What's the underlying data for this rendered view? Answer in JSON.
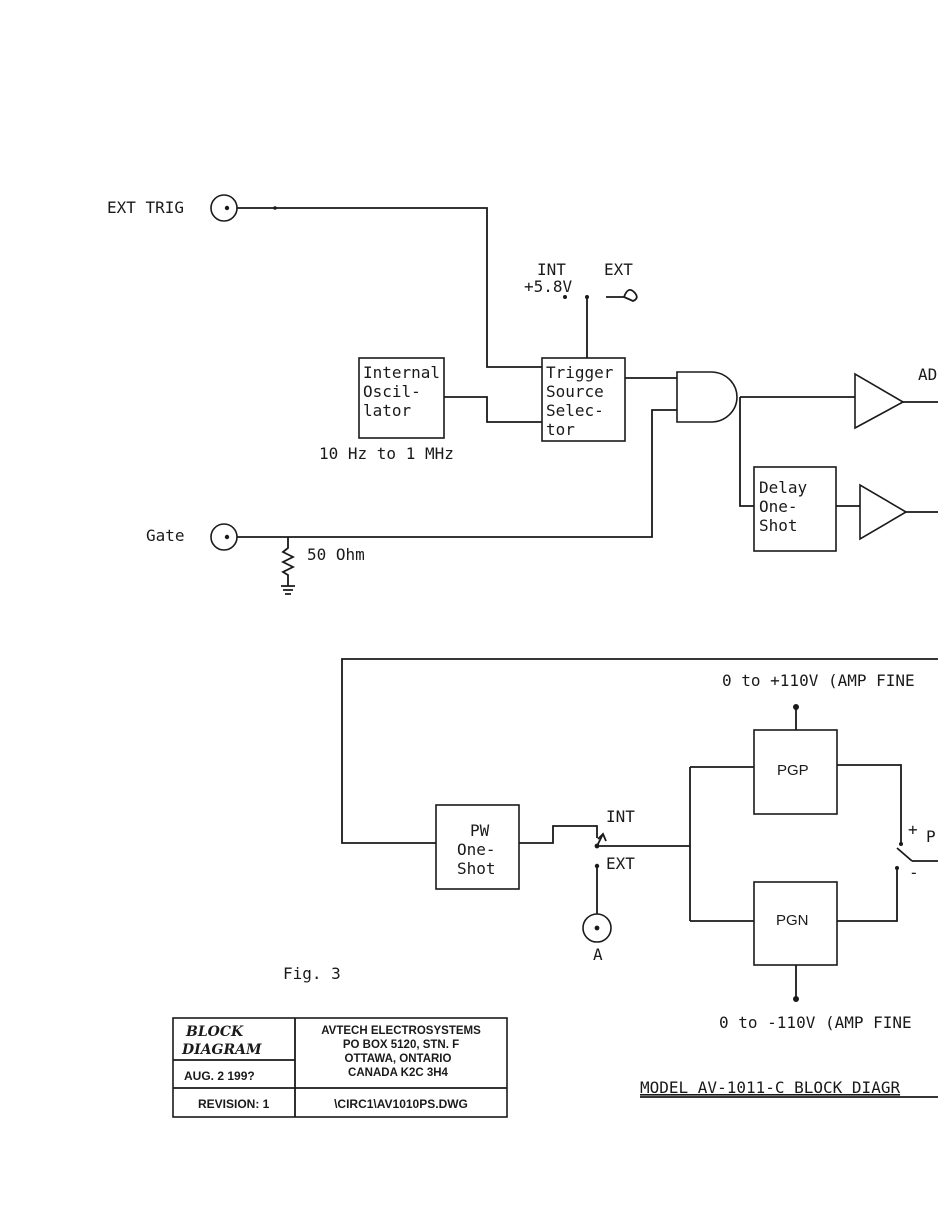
{
  "labels": {
    "ext_trig": "EXT TRIG",
    "gate": "Gate",
    "int_sel": "INT",
    "ext_sel": "EXT",
    "int_voltage": "+5.8V",
    "osc_freq": "10 Hz to 1 MHz",
    "ohm": "50 Ohm",
    "ad_cut": "AD",
    "amp_pos": "0 to +110V (AMP FINE",
    "amp_neg": "0 to -110V (AMP FINE",
    "int_pw": "INT",
    "ext_pw": "EXT",
    "plus": "+",
    "minus": "-",
    "p_cut": "P",
    "connector_a": "A",
    "fig": "Fig. 3",
    "model": "MODEL AV-1011-C BLOCK DIAGR"
  },
  "blocks": {
    "osc": [
      "Internal",
      "Oscil-",
      "lator"
    ],
    "trig": [
      "Trigger",
      "Source",
      "Selec-",
      "tor"
    ],
    "delay": [
      "Delay",
      "One-",
      "Shot"
    ],
    "pw": [
      "PW",
      "One-",
      "Shot"
    ],
    "pgp": "PGP",
    "pgn": "PGN"
  },
  "title_block": {
    "hand1": "BLOCK",
    "hand2": "DIAGRAM",
    "date": "AUG. 2   199?",
    "revision": "REVISION: 1",
    "company": [
      "AVTECH ELECTROSYSTEMS",
      "PO BOX 5120, STN. F",
      "OTTAWA, ONTARIO",
      "CANADA   K2C 3H4"
    ],
    "file": "\\CIRC1\\AV1010PS.DWG"
  }
}
